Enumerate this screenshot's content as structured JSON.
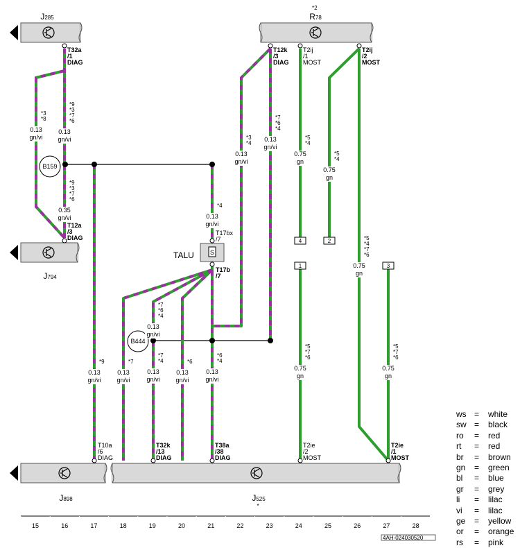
{
  "components": {
    "J285": {
      "name": "J",
      "sub": "285"
    },
    "R78": {
      "name": "R",
      "sub": "78",
      "note": "*2"
    },
    "J794": {
      "name": "J",
      "sub": "794"
    },
    "J898": {
      "name": "J",
      "sub": "898"
    },
    "J525": {
      "name": "J",
      "sub": "525",
      "note": "*"
    },
    "TALU": {
      "name": "TALU",
      "switch": "S"
    }
  },
  "splices": {
    "B159": "B159",
    "B444": "B444"
  },
  "connectors": {
    "c16_top": [
      "T32a",
      "/1",
      "DIAG"
    ],
    "c16_bot": [
      "T12a",
      "/3",
      "DIAG"
    ],
    "c23_top": [
      "T12k",
      "/3",
      "DIAG"
    ],
    "c24_top": [
      "T2ij",
      "/1",
      "MOST"
    ],
    "c26_top": [
      "T2ij",
      "/2",
      "MOST"
    ],
    "t17bx": [
      "T17bx",
      "/7"
    ],
    "t17b": [
      "T17b",
      "/7"
    ],
    "c17_bot": [
      "T10a",
      "/6",
      "DIAG"
    ],
    "c19_bot": [
      "T32k",
      "/13",
      "DIAG"
    ],
    "c21_bot": [
      "T38a",
      "/38",
      "DIAG"
    ],
    "c24_bot": [
      "T2ie",
      "/2",
      "MOST"
    ],
    "c27_bot": [
      "T2ie",
      "/1",
      "MOST"
    ]
  },
  "wires": {
    "w15a": {
      "size": "0.13",
      "color": "gn/vi",
      "notes": [
        "*3",
        "*8"
      ]
    },
    "w16a": {
      "size": "0.13",
      "color": "gn/vi",
      "notes": [
        "*9",
        "*3",
        "*7",
        "*6"
      ]
    },
    "w16b": {
      "size": "0.35",
      "color": "gn/vi",
      "notes": [
        "*9",
        "*3",
        "*7",
        "*6"
      ]
    },
    "w21a": {
      "size": "0.13",
      "color": "gn/vi",
      "notes": [
        "*4"
      ]
    },
    "w22a": {
      "size": "0.13",
      "color": "gn/vi",
      "notes": [
        "*3",
        "*4"
      ]
    },
    "w23a": {
      "size": "0.13",
      "color": "gn/vi",
      "notes": [
        "*7",
        "*6",
        "*4"
      ]
    },
    "w24a": {
      "size": "0.75",
      "color": "gn",
      "notes": [
        "*5",
        "*4"
      ]
    },
    "w25a": {
      "size": "0.75",
      "color": "gn",
      "notes": [
        "*5",
        "*4"
      ]
    },
    "w26a": {
      "size": "0.75",
      "color": "gn",
      "notes": [
        "*5",
        "*4",
        "*7",
        "*6"
      ]
    },
    "w19a": {
      "size": "0.13",
      "color": "gn/vi",
      "notes": [
        "*7",
        "*6",
        "*4"
      ]
    },
    "w17b": {
      "size": "0.13",
      "color": "gn/vi",
      "notes": [
        "*9"
      ]
    },
    "w18b": {
      "size": "0.13",
      "color": "gn/vi",
      "notes": [
        "*7"
      ]
    },
    "w19b": {
      "size": "0.13",
      "color": "gn/vi",
      "notes": [
        "*7",
        "*4"
      ]
    },
    "w20b": {
      "size": "0.13",
      "color": "gn/vi",
      "notes": [
        "*6"
      ]
    },
    "w21b": {
      "size": "0.13",
      "color": "gn/vi",
      "notes": [
        "*6",
        "*4"
      ]
    },
    "w24b": {
      "size": "0.75",
      "color": "gn",
      "notes": [
        "*5",
        "*7",
        "*6"
      ]
    },
    "w27b": {
      "size": "0.75",
      "color": "gn",
      "notes": [
        "*5",
        "*7",
        "*6"
      ]
    }
  },
  "box_labels": {
    "b24top": "4",
    "b25": "2",
    "b24bot": "1",
    "b27": "3"
  },
  "grid": [
    "15",
    "16",
    "17",
    "18",
    "19",
    "20",
    "21",
    "22",
    "23",
    "24",
    "25",
    "26",
    "27",
    "28"
  ],
  "code": "4AH-024030520",
  "legend": [
    {
      "code": "ws",
      "eq": "=",
      "name": "white"
    },
    {
      "code": "sw",
      "eq": "=",
      "name": "black"
    },
    {
      "code": "ro",
      "eq": "=",
      "name": "red"
    },
    {
      "code": "rt",
      "eq": "=",
      "name": "red"
    },
    {
      "code": "br",
      "eq": "=",
      "name": "brown"
    },
    {
      "code": "gn",
      "eq": "=",
      "name": "green"
    },
    {
      "code": "bl",
      "eq": "=",
      "name": "blue"
    },
    {
      "code": "gr",
      "eq": "=",
      "name": "grey"
    },
    {
      "code": "li",
      "eq": "=",
      "name": "lilac"
    },
    {
      "code": "vi",
      "eq": "=",
      "name": "lilac"
    },
    {
      "code": "ge",
      "eq": "=",
      "name": "yellow"
    },
    {
      "code": "or",
      "eq": "=",
      "name": "orange"
    },
    {
      "code": "rs",
      "eq": "=",
      "name": "pink"
    }
  ],
  "colors": {
    "green": "#2e9e2e",
    "violet": "#9b2fa0",
    "component_fill": "#d9d9d9"
  }
}
